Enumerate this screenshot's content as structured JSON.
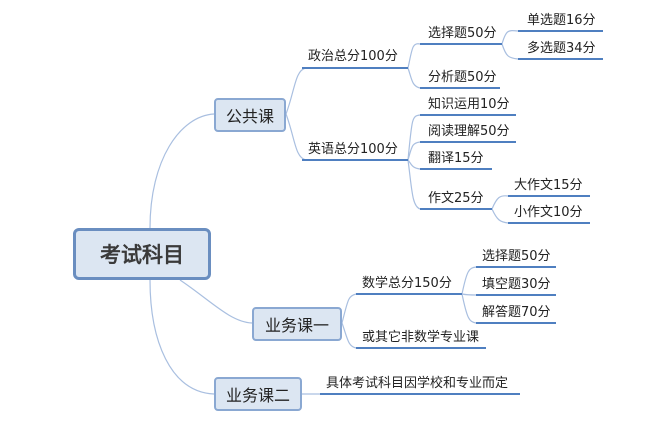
{
  "root": "考试科目",
  "categories": {
    "public": {
      "label": "公共课",
      "politics": {
        "label": "政治总分100分",
        "choice": {
          "label": "选择题50分",
          "single": "单选题16分",
          "multi": "多选题34分"
        },
        "analysis": "分析题50分"
      },
      "english": {
        "label": "英语总分100分",
        "knowledge": "知识运用10分",
        "reading": "阅读理解50分",
        "translation": "翻译15分",
        "writing": {
          "label": "作文25分",
          "big": "大作文15分",
          "small": "小作文10分"
        }
      }
    },
    "professional_1": {
      "label": "业务课一",
      "math": {
        "label": "数学总分150分",
        "choice": "选择题50分",
        "fill": "填空题30分",
        "answer": "解答题70分"
      },
      "other": "或其它非数学专业课"
    },
    "professional_2": {
      "label": "业务课二",
      "note": "具体考试科目因学校和专业而定"
    }
  },
  "colors": {
    "line": "#a9bfe0",
    "underline": "#4f7fc0",
    "box_fill": "#dce6f2",
    "box_border": "#8aa8d2",
    "root_border": "#6a8ec0"
  }
}
